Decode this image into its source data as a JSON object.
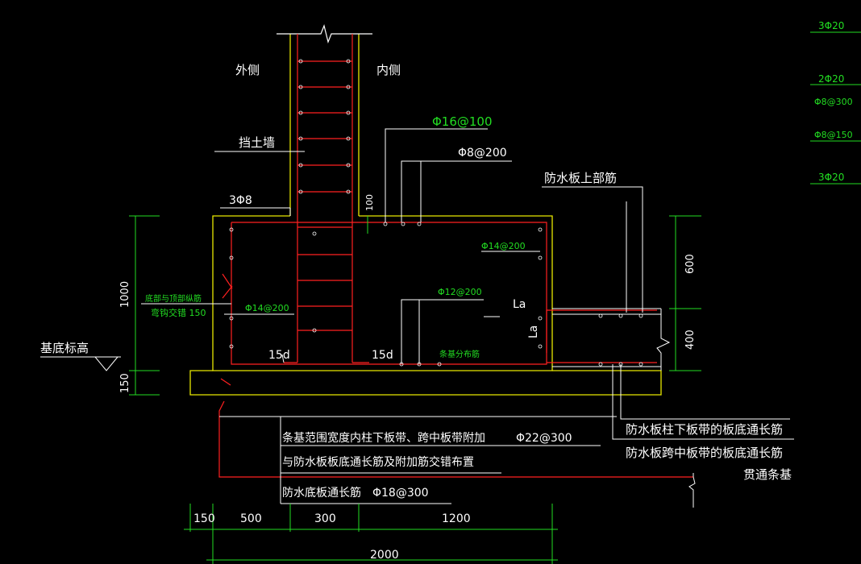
{
  "colors": {
    "background": "#000000",
    "concrete_outline": "#e8e800",
    "rebar": "#ff2020",
    "dimension": "#22dd22",
    "annotation": "#ffffff",
    "note_green": "#22dd22"
  },
  "labels": {
    "outer_side": "外侧",
    "inner_side": "内侧",
    "retaining_wall": "挡土墙",
    "three_phi8": "3Φ8",
    "slab_top_rebar": "防水板上部筋",
    "phi16_100": "Φ16@100",
    "phi8_200": "Φ8@200",
    "phi14_200_right": "Φ14@200",
    "phi14_200_left": "Φ14@200",
    "phi12_200": "Φ12@200",
    "strip_dist_bar": "条基分布筋",
    "bottom_top_long_1": "底部与顶部纵筋",
    "bottom_top_long_2": "弯钩交错 150",
    "base_elevation": "基底标高",
    "fifteen_d_left": "15d",
    "fifteen_d_right": "15d",
    "la_h": "La",
    "la_v": "La",
    "note_line1": "条基范围宽度内柱下板带、跨中板带附加",
    "note_phi22": "Φ22@300",
    "note_line2": "与防水板板底通长筋及附加筋交错布置",
    "note_line3": "防水底板通长筋",
    "note_phi18": "Φ18@300",
    "col_strip_bottom": "防水板柱下板带的板底通长筋",
    "mid_strip_bottom": "防水板跨中板带的板底通长筋",
    "through_strip": "贯通条基"
  },
  "dimensions": {
    "d100": "100",
    "d600": "600",
    "d400": "400",
    "d1000": "1000",
    "d150_v": "150",
    "d150_h": "150",
    "d500": "500",
    "d300": "300",
    "d1200": "1200",
    "d2000": "2000"
  },
  "side_table": [
    "3Φ20",
    "2Φ20",
    "Φ8@300",
    "Φ8@150",
    "3Φ20"
  ]
}
